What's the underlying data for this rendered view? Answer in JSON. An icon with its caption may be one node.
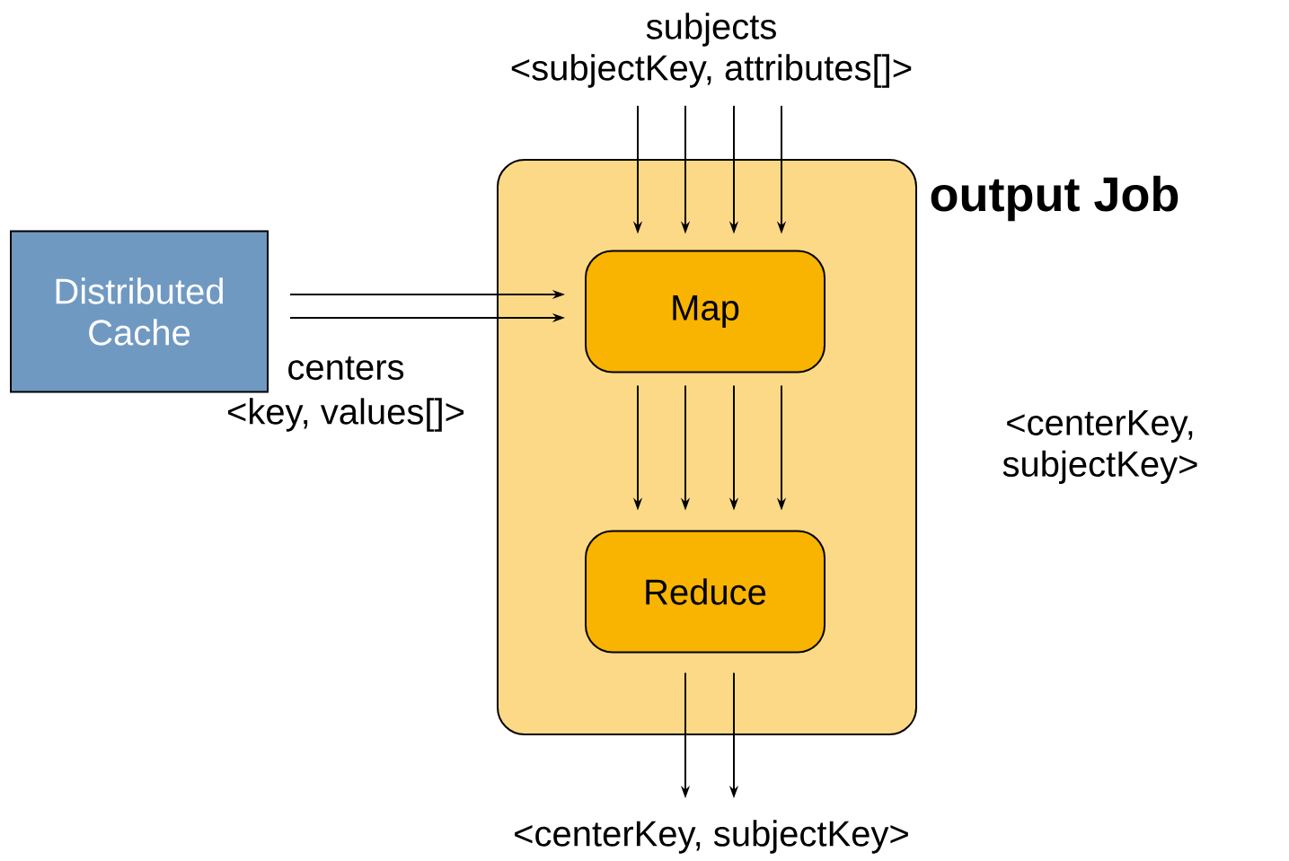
{
  "diagram": {
    "nodes": [
      {
        "text": [
          "output Job"
        ]
      },
      {
        "text": [
          "Map"
        ],
        "in": 0
      },
      {
        "text": [
          "Reduce"
        ],
        "in": 0
      },
      {
        "text": [
          "Distributed Cache"
        ]
      },
      {
        "text": [
          "subjects",
          "<subjectKey, attributes[]>"
        ]
      },
      {
        "text": [
          "<centerKey, subjectKey>"
        ]
      }
    ],
    "edges": [
      {
        "from": 4,
        "to": 1,
        "arrow": "to"
      },
      {
        "from": 4,
        "to": 1,
        "arrow": "to"
      },
      {
        "from": 4,
        "to": 1,
        "arrow": "to"
      },
      {
        "from": 4,
        "to": 1,
        "arrow": "to"
      },
      {
        "from": 3,
        "to": 1,
        "arrow": "to"
      },
      {
        "from": 3,
        "to": 1,
        "arrow": "to"
      },
      {
        "from": 1,
        "to": 2,
        "arrow": "to"
      },
      {
        "from": 1,
        "to": 2,
        "arrow": "to"
      },
      {
        "from": 1,
        "to": 2,
        "arrow": "to"
      },
      {
        "from": 1,
        "to": 2,
        "arrow": "to"
      },
      {
        "from": 2,
        "to": 5,
        "arrow": "to"
      },
      {
        "from": 2,
        "to": 5,
        "arrow": "to"
      }
    ],
    "labels": [
      "centers",
      "<key, values[]>",
      "<centerKey, subjectKey>"
    ]
  }
}
